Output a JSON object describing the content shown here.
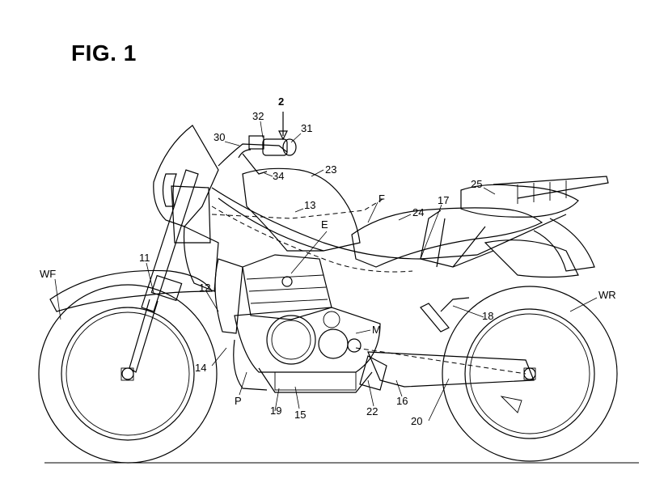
{
  "figure": {
    "title": "FIG. 1"
  },
  "labels": {
    "l2": "2",
    "l31": "31",
    "l32": "32",
    "l30": "30",
    "l34": "34",
    "l23": "23",
    "l25": "25",
    "l13": "13",
    "lF": "F",
    "l24": "24",
    "l17": "17",
    "lE": "E",
    "lWF": "WF",
    "l11": "11",
    "l12": "12",
    "l14": "14",
    "lM": "M",
    "l18": "18",
    "lWR": "WR",
    "lP": "P",
    "l19": "19",
    "l15": "15",
    "l22": "22",
    "l16": "16",
    "l20": "20"
  }
}
